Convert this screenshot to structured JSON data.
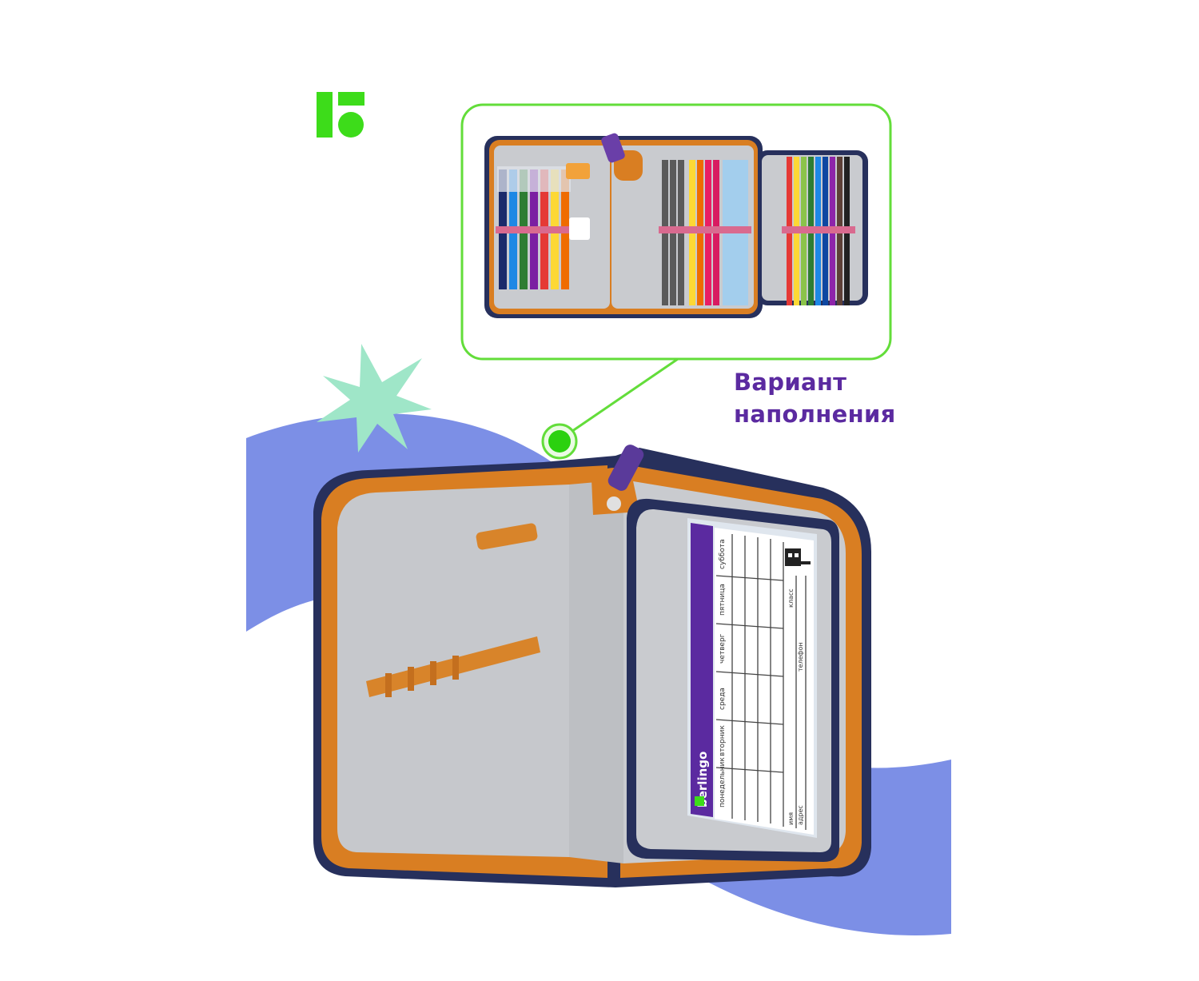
{
  "caption": {
    "line1": "Вариант",
    "line2": "наполнения"
  },
  "brand": {
    "label": "berlingo"
  },
  "schedule": {
    "days": [
      "понедельник",
      "вторник",
      "среда",
      "четверг",
      "пятница",
      "суббота"
    ],
    "fields": [
      "имя",
      "адрес",
      "телефон",
      "класс"
    ]
  },
  "colors": {
    "brand_green": "#3ddc1a",
    "caption_purple": "#5b2aa0",
    "wave_blue": "#7c8fe6",
    "star_mint": "#9fe6c8",
    "case_navy": "#27305c",
    "zip_orange": "#d97e22",
    "lining_gray": "#c9cbcf"
  },
  "icons": [
    "berlingo-logo-icon",
    "star-shape-icon",
    "callout-dot-icon"
  ]
}
